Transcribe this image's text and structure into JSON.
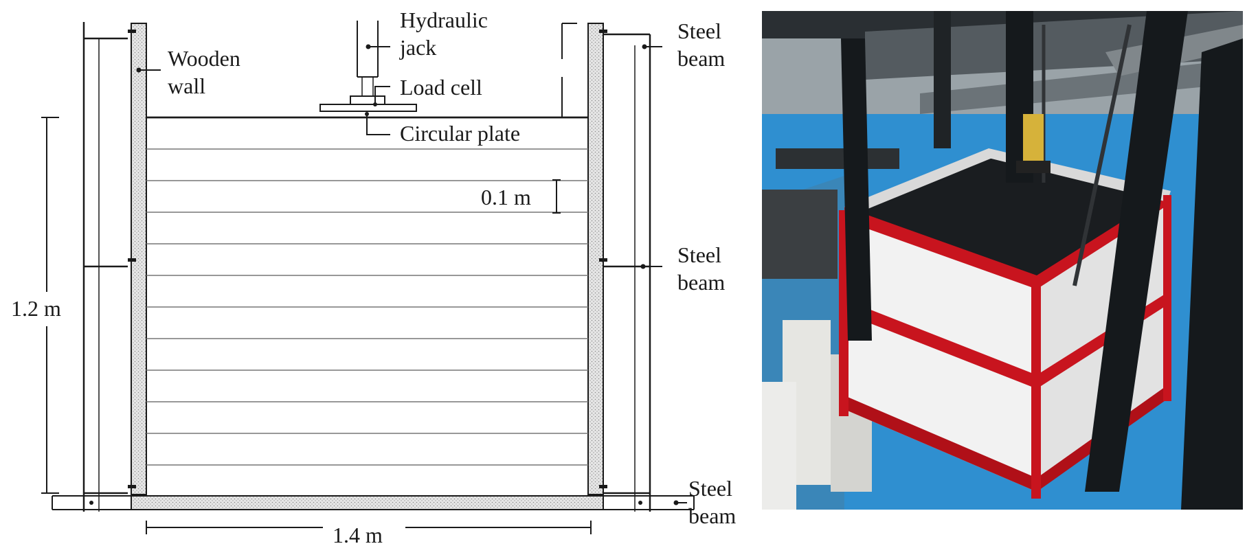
{
  "labels": {
    "hydraulic_jack": [
      "Hydraulic",
      "jack"
    ],
    "wooden_wall": [
      "Wooden",
      "wall"
    ],
    "load_cell": "Load cell",
    "circular_plate": "Circular plate",
    "steel_beam_top": [
      "Steel",
      "beam"
    ],
    "steel_beam_mid": [
      "Steel",
      "beam"
    ],
    "steel_beam_bottom": [
      "Steel",
      "beam"
    ],
    "layer_thickness": "0.1 m",
    "height": "1.2 m",
    "width": "1.4 m"
  },
  "colors": {
    "line": "#1a1a1a",
    "wall_fill": "#dcdcdc",
    "frame_red": "#c8141e",
    "floor_blue": "#2f8fd0",
    "column_dark": "#15191c",
    "panel_white": "#f2f2f2"
  },
  "photo": {
    "description_icon": "test-box-photo"
  }
}
